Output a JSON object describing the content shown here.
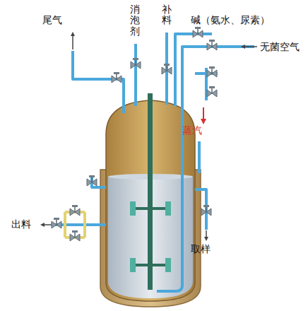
{
  "diagram": {
    "labels": [
      "尾气",
      "消泡剂",
      "补料",
      "碱（氨水、尿素）",
      "无菌空气",
      "蒸汽",
      "出料",
      "取样"
    ]
  }
}
